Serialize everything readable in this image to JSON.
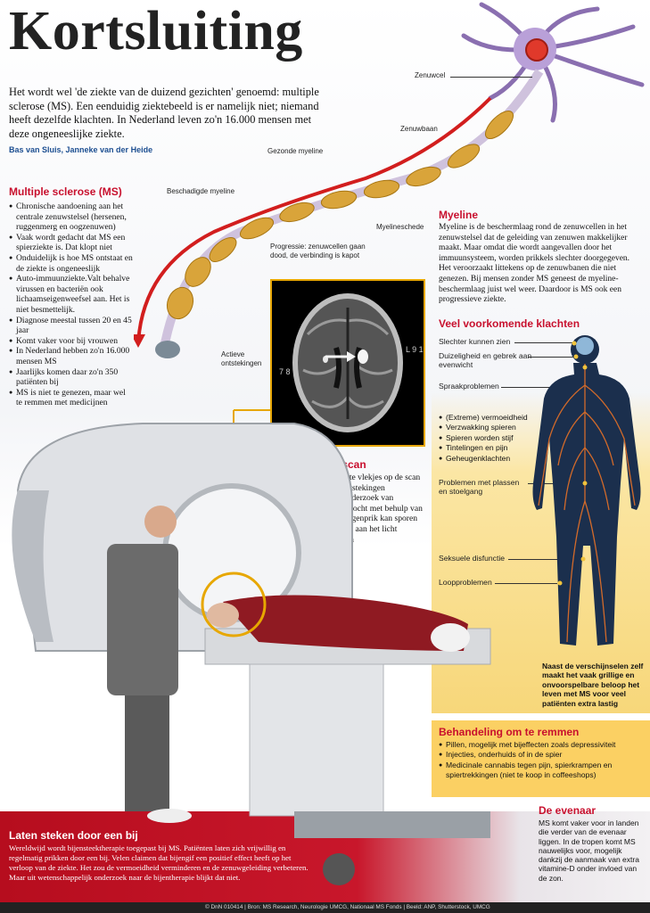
{
  "title": "Kortsluiting",
  "intro": "Het wordt wel 'de ziekte van de duizend gezichten' genoemd: multiple sclerose (MS). Een eenduidig ziektebeeld is er namelijk niet; niemand heeft dezelfde klachten. In Nederland leven zo'n 16.000 mensen met deze ongeneeslijke ziekte.",
  "byline": "Bas van Sluis, Janneke van der Heide",
  "ms": {
    "heading": "Multiple sclerose (MS)",
    "items": [
      "Chronische aandoening aan het centrale zenuwstelsel (hersenen, ruggenmerg en oogzenuwen)",
      "Vaak wordt gedacht dat MS een spierziekte is. Dat klopt niet",
      "Onduidelijk is hoe MS ontstaat en de ziekte is ongeneeslijk",
      "Auto-immuunziekte.Valt behalve virussen en bacteriën ook lichaamseigenweefsel aan. Het is niet besmettelijk.",
      "Diagnose meestal tussen 20 en 45 jaar",
      "Komt vaker voor bij vrouwen",
      "In Nederland hebben zo'n 16.000 mensen MS",
      "Jaarlijks komen daar zo'n 350 patiënten bij",
      "MS is niet te genezen, maar wel te remmen met medicijnen"
    ]
  },
  "nerve_labels": {
    "zenuwcel": "Zenuwcel",
    "zenuwbaan": "Zenuwbaan",
    "gezonde_myeline": "Gezonde myeline",
    "beschadigde_myeline": "Beschadigde myeline",
    "myelineschede": "Myelineschede",
    "progressie": "Progressie: zenuwcellen gaan dood, de verbinding is kapot"
  },
  "myeline": {
    "heading": "Myeline",
    "text": "Myeline is de beschermlaag rond de zenuwcellen in het zenuwstelsel dat de geleiding van zenuwen makkelijker maakt. Maar omdat die wordt aangevallen door het immuunsysteem, worden prikkels slechter doorgegeven. Het veroorzaakt littekens op de zenuwbanen die niet genezen. Bij mensen zonder MS geneest de myeline-beschermlaag juist wel weer. Daardoor is MS ook een progressieve ziekte."
  },
  "klachten": {
    "heading": "Veel voorkomende klachten",
    "slechter_zien": "Slechter kunnen zien",
    "duizeligheid": "Duizeligheid en gebrek aan evenwicht",
    "spraak": "Spraakproblemen",
    "algemeen": [
      "(Extreme) vermoeidheid",
      "Verzwakking spieren",
      "Spieren worden stijf",
      "Tintelingen en pijn",
      "Geheugenklachten"
    ],
    "plassen": "Problemen met plassen en stoelgang",
    "seksueel": "Seksuele disfunctie",
    "loop": "Loopproblemen",
    "note": "Naast de verschijnselen zelf maakt het vaak grillige en onvoorspelbare beloop het leven met MS voor veel patiënten extra lastig"
  },
  "mri": {
    "label": "Actieve ontstekingen",
    "scan_marks": [
      "L 9 1",
      "7 8"
    ],
    "heading": "MRI scan",
    "items": [
      "De witte vlekjes op de scan zijn ontstekingen",
      "Ook onderzoek van hersenvocht met behulp van een ruggenprik kan sporen van MS aan het licht brengen"
    ]
  },
  "behandeling": {
    "heading": "Behandeling om te remmen",
    "items": [
      "Pillen, mogelijk met bijeffecten zoals depressiviteit",
      "Injecties, onderhuids of in de spier",
      "Medicinale cannabis tegen pijn, spierkrampen en spiertrekkingen (niet te koop in coffeeshops)"
    ]
  },
  "evenaar": {
    "heading": "De evenaar",
    "text": "MS komt vaker voor in landen die verder van de evenaar liggen. In de tropen komt MS nauwelijks voor, mogelijk dankzij de aanmaak van extra vitamine-D onder invloed van de zon."
  },
  "bijen": {
    "heading": "Laten steken door een bij",
    "text": "Wereldwijd wordt bijensteektherapie toegepast bij MS. Patiënten laten zich vrijwillig en regelmatig prikken door een bij. Velen claimen dat bijengif een positief effect heeft op het verloop van de ziekte. Het zou de vermoeidheid verminderen en de zenuwgeleiding verbeteren. Maar uit wetenschappelijk onderzoek naar de bijentherapie blijkt dat niet."
  },
  "footer": "© DnN 010414 | Bron: MS Research, Neurologie UMCG, Nationaal MS Fonds | Beeld: ANP, Shutterstock, UMCG",
  "colors": {
    "accent_red": "#c8102e",
    "myelin_gold": "#d9a43a",
    "body_navy": "#1b2f4d",
    "panel_yellow": "#f7d77a"
  }
}
